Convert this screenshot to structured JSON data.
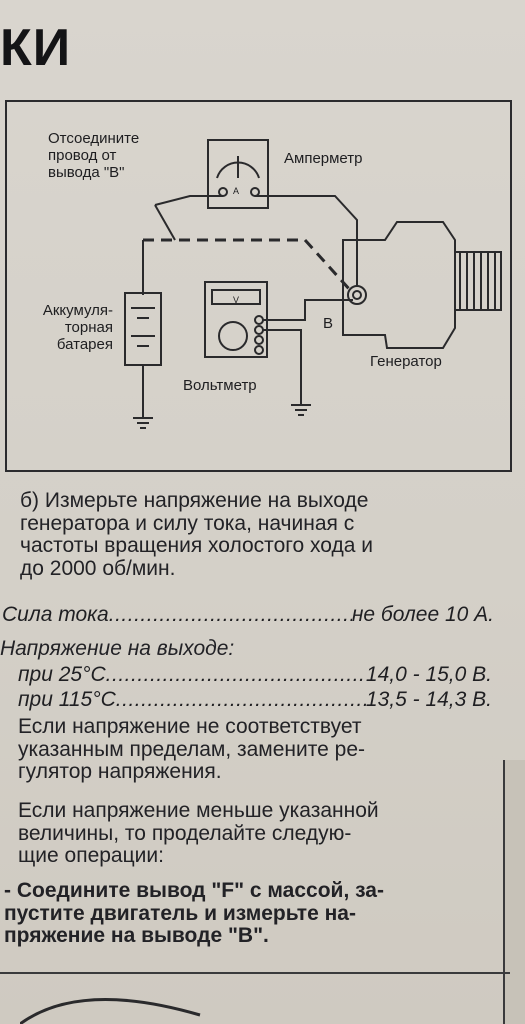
{
  "header": {
    "title": "КИ"
  },
  "diagram": {
    "labels": {
      "disconnect_line1": "Отсоедините",
      "disconnect_line2": "провод от",
      "disconnect_line3": "вывода \"В\"",
      "ammeter": "Амперметр",
      "ammeter_symbol": "A",
      "battery_line1": "Аккумуля-",
      "battery_line2": "торная",
      "battery_line3": "батарея",
      "terminal_b": "В",
      "generator": "Генератор",
      "voltmeter": "Вольтметр",
      "voltmeter_symbol": "V"
    }
  },
  "text": {
    "step_b_line1": "б) Измерьте напряжение на выходе",
    "step_b_line2": "генератора и силу тока, начиная с",
    "step_b_line3": "частоты вращения холостого хода и",
    "step_b_line4": "до 2000 об/мин.",
    "current_label": "Сила тока",
    "current_value": "не более 10 А.",
    "voltage_heading": "Напряжение на выходе:",
    "at_25_label": "при 25°С",
    "at_25_value": "14,0 - 15,0 В.",
    "at_115_label": "при 115°С",
    "at_115_value": "13,5 - 14,3 В.",
    "note1_line1": "Если напряжение не соответствует",
    "note1_line2": "указанным пределам, замените ре-",
    "note1_line3": "гулятор напряжения.",
    "note2_line1": "Если напряжение меньше указанной",
    "note2_line2": "величины, то проделайте следую-",
    "note2_line3": "щие операции:",
    "bullet_line1": "- Соедините вывод \"F\" с массой, за-",
    "bullet_line2": "пустите двигатель и измерьте на-",
    "bullet_line3": "пряжение на выводе \"В\"."
  }
}
